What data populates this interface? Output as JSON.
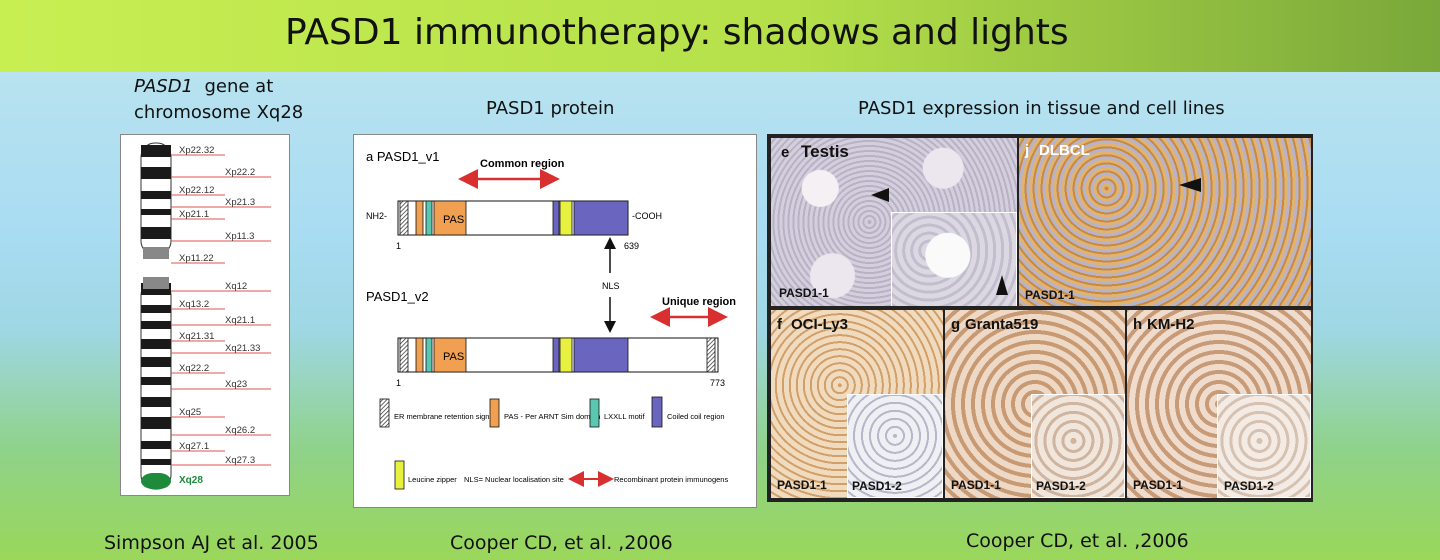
{
  "title": "PASD1 immunotherapy: shadows and lights",
  "captions": {
    "chromosome_gene": "PASD1",
    "chromosome_rest": "gene at",
    "chromosome_line2": "chromosome Xq28",
    "protein": "PASD1 protein",
    "expression": "PASD1 expression in tissue and cell lines"
  },
  "references": {
    "left": "Simpson AJ et al. 2005",
    "middle": "Cooper CD, et al. ,2006",
    "right": "Cooper CD, et al. ,2006"
  },
  "chromosome": {
    "bands": [
      "Xp22.32",
      "Xp22.2",
      "Xp22.12",
      "Xp21.3",
      "Xp21.1",
      "Xp11.3",
      "Xp11.22",
      "Xq12",
      "Xq13.2",
      "Xq21.1",
      "Xq21.31",
      "Xq21.33",
      "Xq22.2",
      "Xq23",
      "Xq25",
      "Xq26.2",
      "Xq27.1",
      "Xq27.3",
      "Xq28"
    ],
    "highlight": "Xq28",
    "highlight_color": "#1e8a3c"
  },
  "protein": {
    "v1_label": "a PASD1_v1",
    "v2_label": "PASD1_v2",
    "common_region": "Common region",
    "unique_region": "Unique region",
    "nh2": "NH2-",
    "cooh": "-COOH",
    "pas": "PAS",
    "nls": "NLS",
    "v1_start": "1",
    "v1_end": "639",
    "v2_start": "1",
    "v2_end": "773",
    "legend": {
      "er": "ER membrane retention signal",
      "pas": "PAS - Per ARNT Sim domain",
      "lxxll": "LXXLL motif",
      "coiled": "Coiled coil region",
      "leucine": "Leucine zipper",
      "nls": "NLS= Nuclear localisation site",
      "recombinant": "Recombinant protein immunogens"
    },
    "colors": {
      "pas": "#f0a050",
      "lxxll": "#5ac8b0",
      "coiled": "#6a66c0",
      "leucine": "#e8f040",
      "arrow": "#d83030"
    }
  },
  "expression": {
    "tiles": {
      "e": {
        "letter": "e",
        "name": "Testis",
        "antibody": "PASD1-1"
      },
      "j": {
        "letter": "j",
        "name": "DLBCL",
        "antibody": "PASD1-1"
      },
      "f": {
        "letter": "f",
        "name": "OCI-Ly3",
        "antibody": "PASD1-1",
        "antibody2": "PASD1-2"
      },
      "g": {
        "letter": "g",
        "name": "Granta519",
        "antibody": "PASD1-1",
        "antibody2": "PASD1-2"
      },
      "h": {
        "letter": "h",
        "name": "KM-H2",
        "antibody": "PASD1-1",
        "antibody2": "PASD1-2"
      }
    }
  }
}
